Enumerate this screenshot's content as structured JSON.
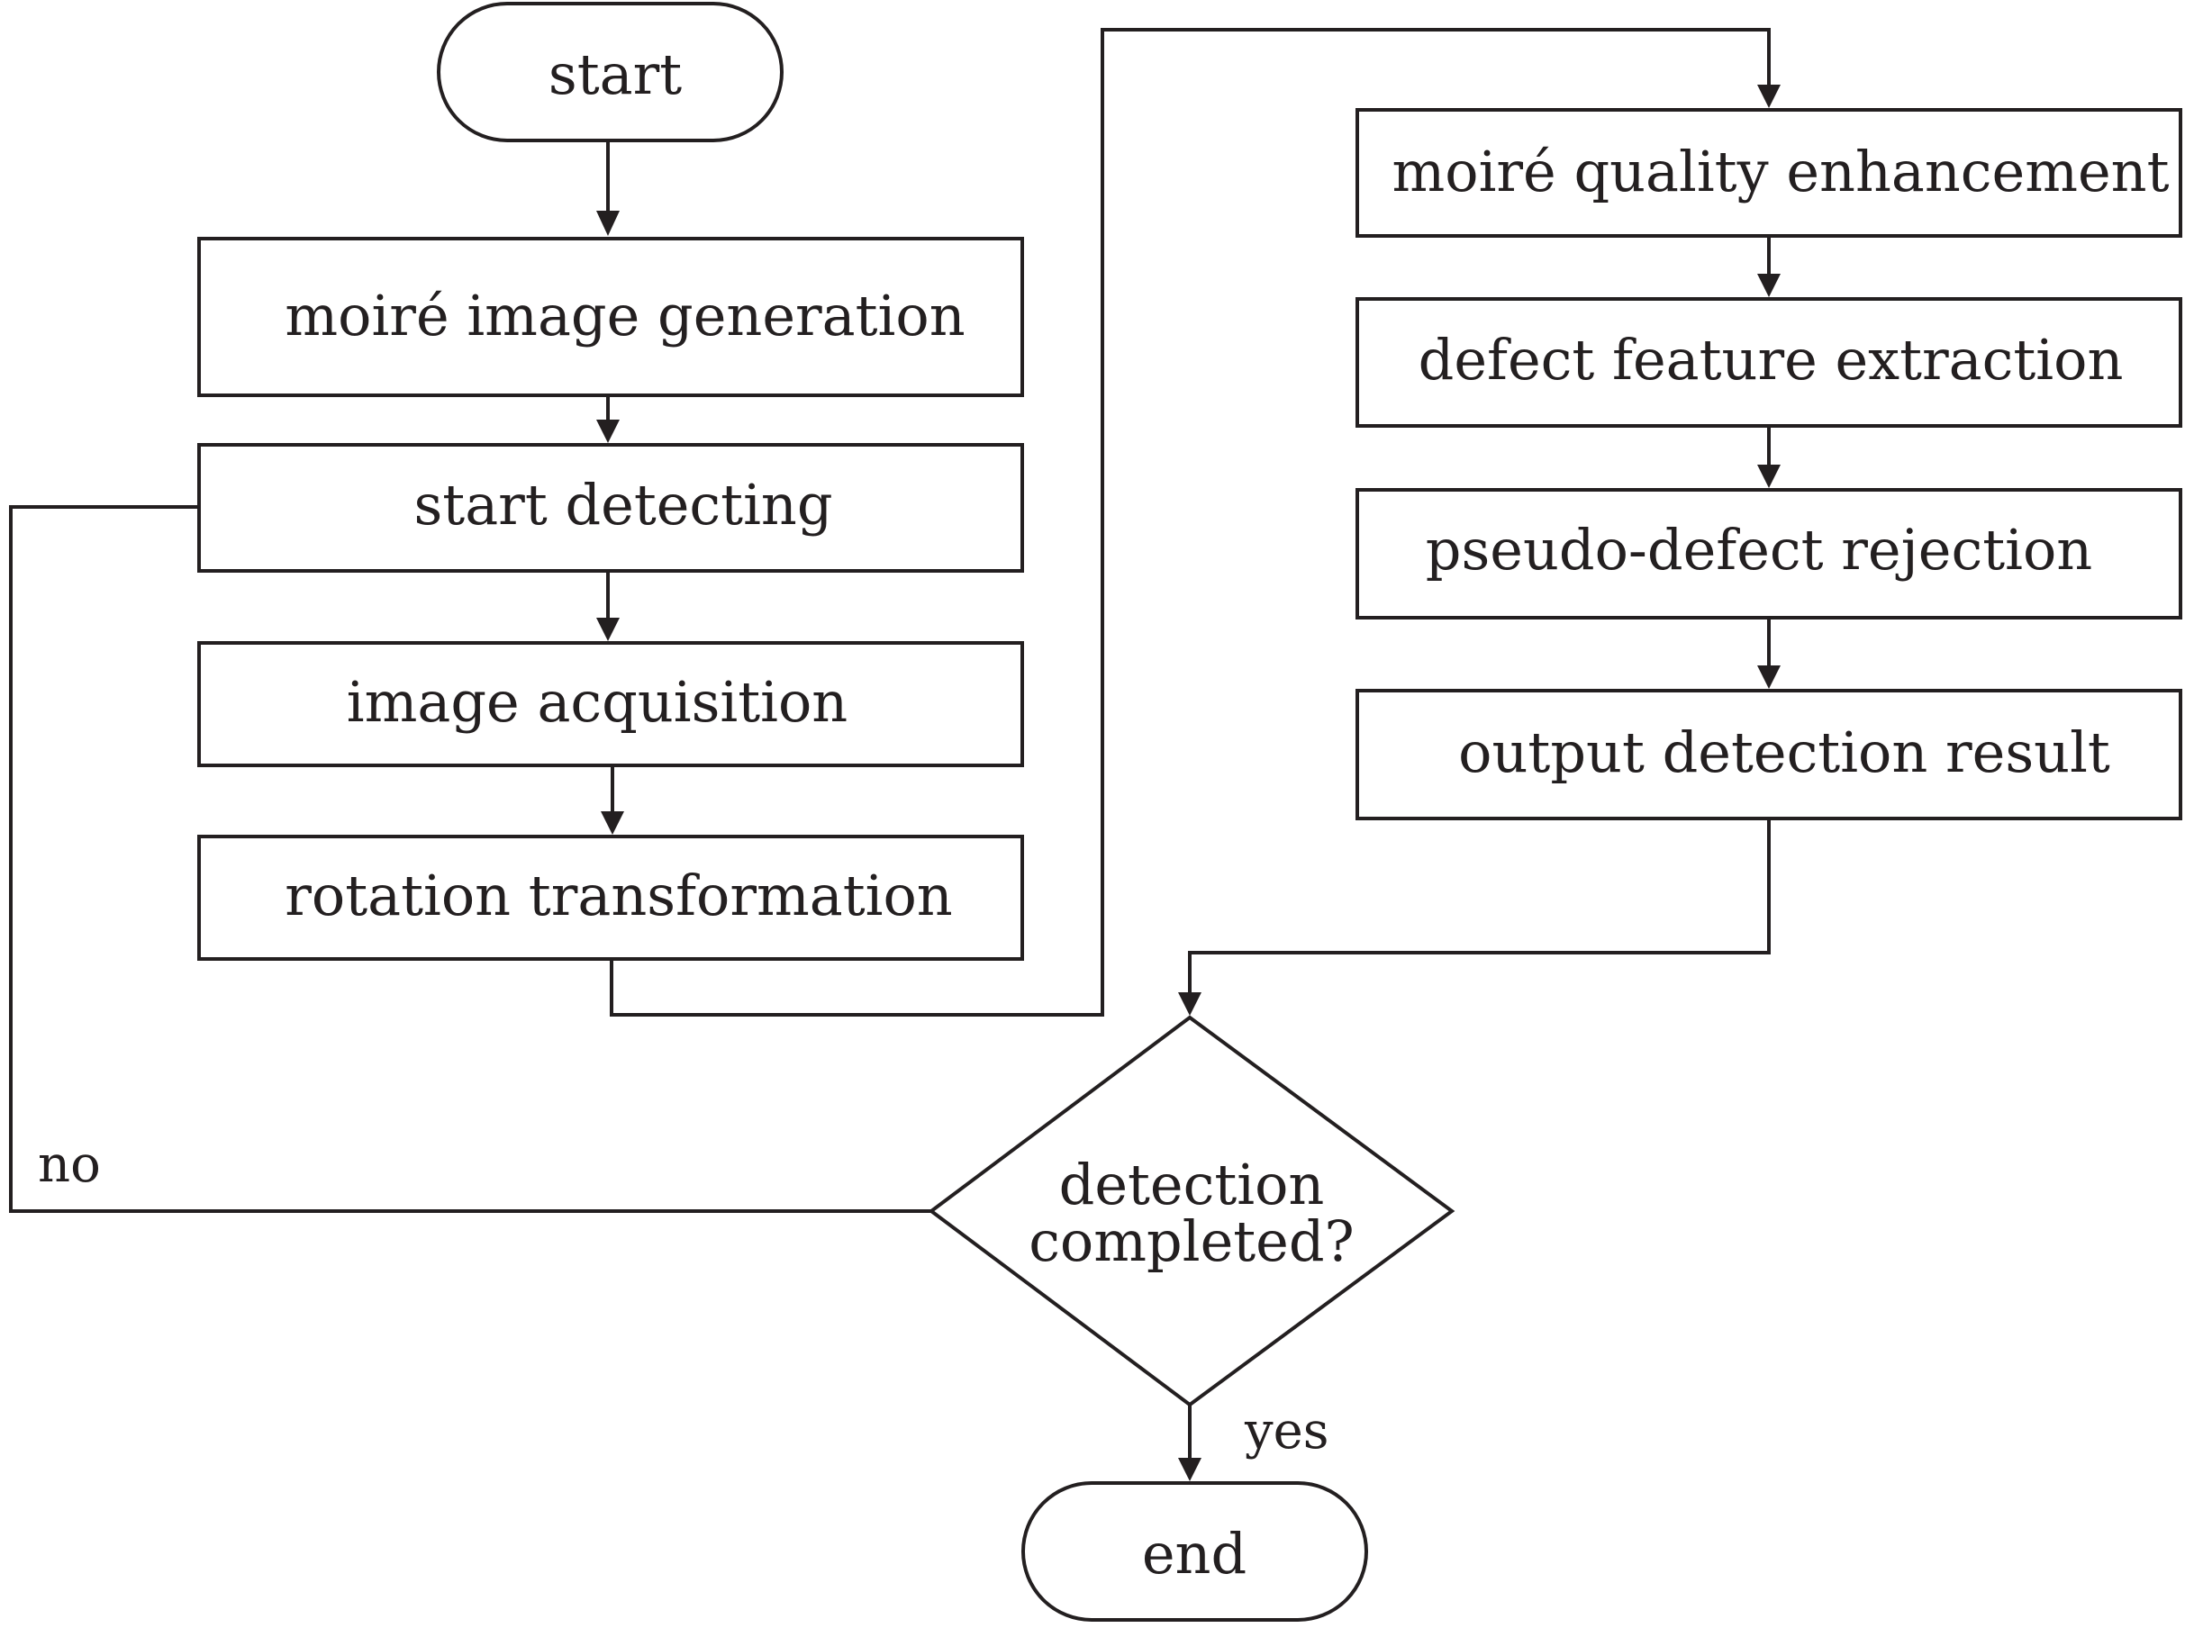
{
  "colors": {
    "stroke": "#231f20",
    "text": "#231f20",
    "background": "#ffffff"
  },
  "nodes": {
    "start": "start",
    "moire_image_generation": "moiré image generation",
    "start_detecting": "start detecting",
    "image_acquisition": "image acquisition",
    "rotation_transformation": "rotation transformation",
    "moire_quality_enhancement": "moiré quality enhancement",
    "defect_feature_extraction": "defect feature extraction",
    "pseudo_defect_rejection": "pseudo-defect rejection",
    "output_detection_result": "output detection result",
    "decision_line1": "detection",
    "decision_line2": "completed?",
    "end": "end"
  },
  "branches": {
    "no": "no",
    "yes": "yes"
  }
}
